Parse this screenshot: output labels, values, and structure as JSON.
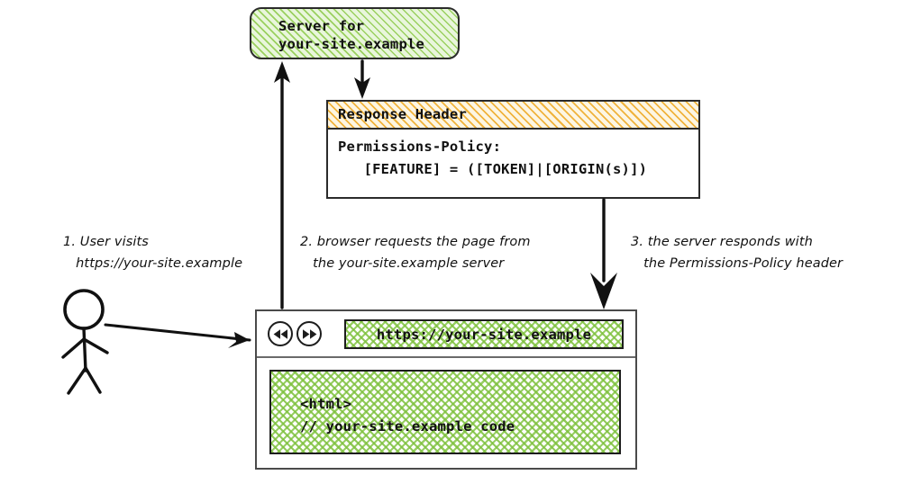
{
  "diagram": {
    "title": "Permissions-Policy response header flow",
    "colors": {
      "green_hatch": "#9ad05f",
      "green_cross_hatch": "#7ec13d",
      "orange_hatch": "#f0b33c",
      "ink": "#111111",
      "frame": "#4a4a4a"
    }
  },
  "server": {
    "line1": "Server for",
    "line2": "your-site.example",
    "text": "Server for\nyour-site.example"
  },
  "response_header": {
    "header_label": "Response Header",
    "body_line1": "Permissions-Policy:",
    "body_line2": "   [FEATURE] = ([TOKEN]|[ORIGIN(s)])",
    "body": "Permissions-Policy:\n   [FEATURE] = ([TOKEN]|[ORIGIN(s)])"
  },
  "browser": {
    "back_icon": "rewind-back-icon",
    "forward_icon": "fast-forward-icon",
    "url": "https://your-site.example",
    "page_code_line1": "<html>",
    "page_code_line2": "// your-site.example code",
    "page_code": "<html>\n// your-site.example code"
  },
  "annotations": [
    {
      "id": "step-1",
      "number": "1.",
      "line1": "1. User visits",
      "line2": "   https://your-site.example",
      "text": "1. User visits\n   https://your-site.example"
    },
    {
      "id": "step-2",
      "number": "2.",
      "line1": "2. browser requests the page from",
      "line2": "   the your-site.example server",
      "text": "2. browser requests the page from\n   the your-site.example server"
    },
    {
      "id": "step-3",
      "number": "3.",
      "line1": "3. the server responds with",
      "line2": "   the Permissions-Policy header",
      "text": "3. the server responds with\n   the Permissions-Policy header"
    }
  ],
  "actor": {
    "label": "user-stick-figure"
  },
  "arrows": [
    {
      "id": "arrow-user-to-browser",
      "from": "user",
      "to": "browser"
    },
    {
      "id": "arrow-browser-to-server",
      "from": "browser",
      "to": "server"
    },
    {
      "id": "arrow-server-to-response-header",
      "from": "server",
      "to": "response-header"
    },
    {
      "id": "arrow-response-header-to-browser",
      "from": "response-header",
      "to": "browser"
    }
  ]
}
